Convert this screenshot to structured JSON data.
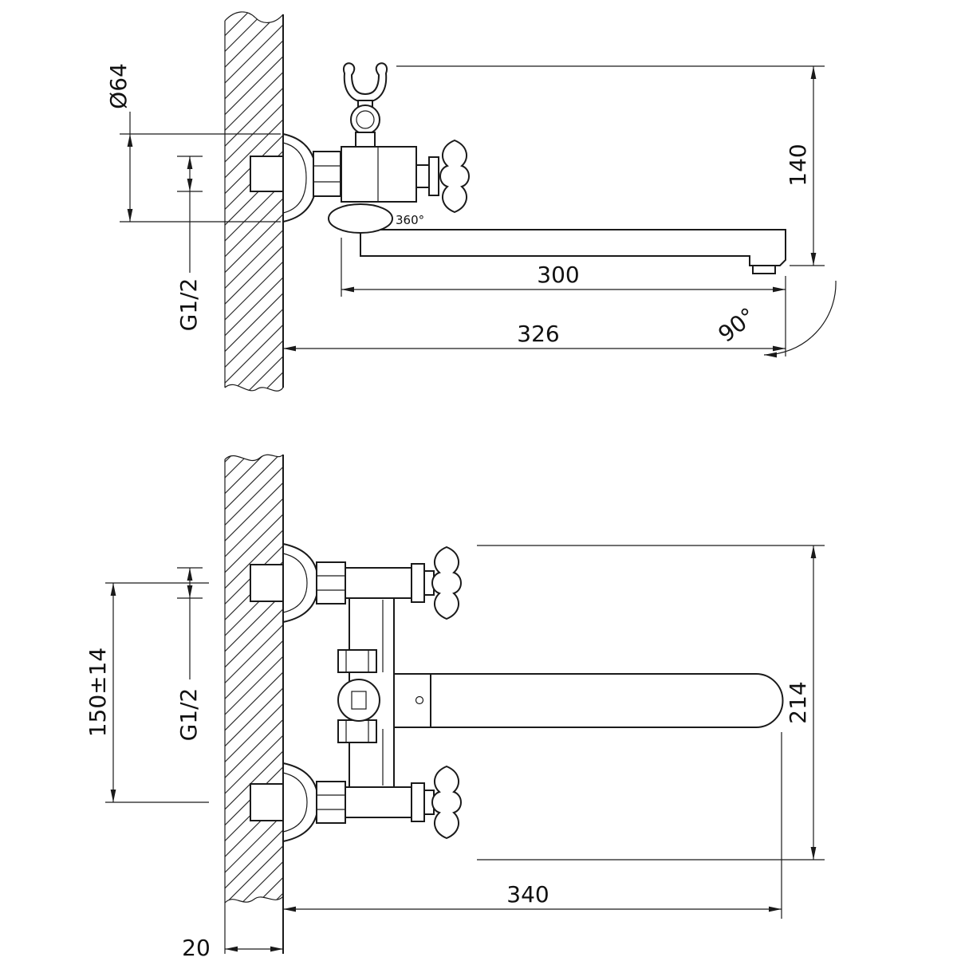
{
  "colors": {
    "line": "#1a1a1a",
    "background": "#ffffff"
  },
  "side_view": {
    "label_diameter": "Ø64",
    "label_thread": "G1/2",
    "label_height": "140",
    "label_spout_reach": "300",
    "label_total_reach": "326",
    "label_swivel": "90°",
    "label_rotation": "360°"
  },
  "front_view": {
    "label_centers": "150±14",
    "label_thread": "G1/2",
    "label_height": "214",
    "label_width": "340",
    "label_wall_thickness": "20"
  }
}
